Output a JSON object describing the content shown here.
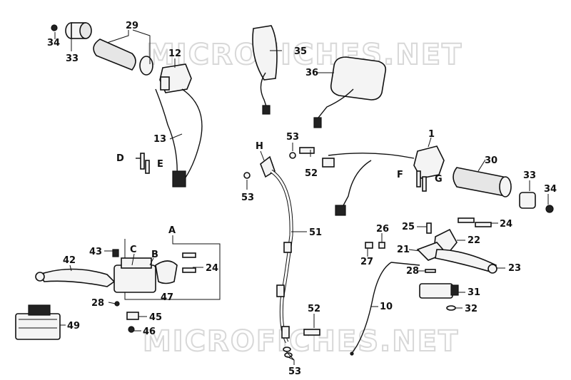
{
  "watermark": "MICROFICHES.NET",
  "labels": {
    "p34a": "34",
    "p33a": "33",
    "p29": "29",
    "p12": "12",
    "p13": "13",
    "pD": "D",
    "pE": "E",
    "p35": "35",
    "p36": "36",
    "pH": "H",
    "p53a": "53",
    "p53b": "53",
    "p52a": "52",
    "p1": "1",
    "p30": "30",
    "p33b": "33",
    "p34b": "34",
    "pF": "F",
    "pG": "G",
    "p51": "51",
    "pA": "A",
    "p42": "42",
    "p43": "43",
    "pC": "C",
    "pB": "B",
    "p24a": "24",
    "p47": "47",
    "p28a": "28",
    "p45": "45",
    "p46": "46",
    "p49": "49",
    "p25": "25",
    "p26": "26",
    "p24b": "24",
    "p22": "22",
    "p27": "27",
    "p21": "21",
    "p23": "23",
    "p28b": "28",
    "p31": "31",
    "p32": "32",
    "p10": "10",
    "p52b": "52",
    "p53c": "53"
  }
}
